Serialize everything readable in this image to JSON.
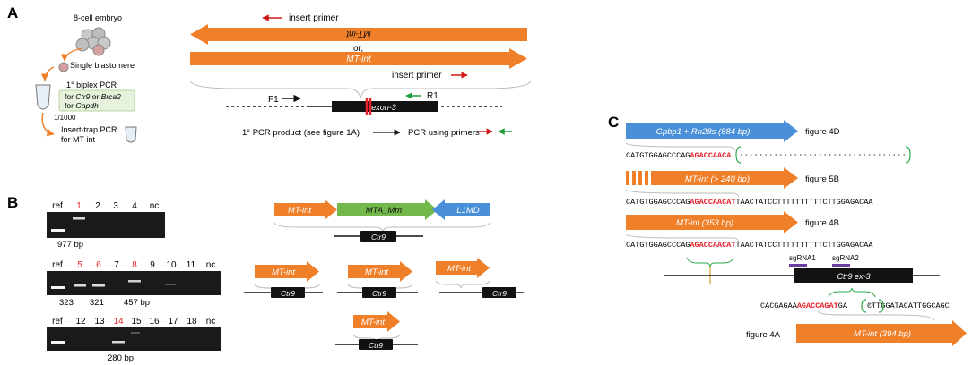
{
  "panel_labels": {
    "a": "A",
    "b": "B",
    "c": "C"
  },
  "panel_a": {
    "workflow": {
      "embryo": "8-cell embryo",
      "blastomere": "Single blastomere",
      "pcr1_title": "1° biplex PCR",
      "pcr1_line1_pre": "for ",
      "gene_ctr9": "Ctr9",
      "pcr1_or": " or ",
      "gene_brca2": "Brca2",
      "pcr1_line2_pre": "for ",
      "gene_gapdh": "Gapdh",
      "dilution": "1/1000",
      "trap_line1": "Insert-trap PCR",
      "trap_line2": "for MT-int"
    },
    "insert_primer_top": "insert primer",
    "arrow_reverse_label": "MT-int",
    "or_label": "or,",
    "arrow_forward_label": "MT-int",
    "insert_primer_bottom": "insert primer",
    "primer_f1": "F1",
    "primer_r1": "R1",
    "exon_label": "exon-3",
    "pcr_product": "1° PCR product (see figure 1A)",
    "pcr_using": "PCR using primers"
  },
  "panel_b": {
    "gel1": {
      "lanes": [
        "ref",
        "1",
        "2",
        "3",
        "4",
        "nc"
      ],
      "highlight": [
        "1"
      ],
      "size": "977 bp"
    },
    "gel2": {
      "lanes": [
        "ref",
        "5",
        "6",
        "7",
        "8",
        "9",
        "10",
        "11",
        "nc"
      ],
      "highlight": [
        "5",
        "6",
        "8"
      ],
      "sizes": [
        "323",
        "321",
        "457 bp"
      ]
    },
    "gel3": {
      "lanes": [
        "ref",
        "12",
        "13",
        "14",
        "15",
        "16",
        "17",
        "18",
        "nc"
      ],
      "highlight": [
        "14"
      ],
      "size": "280 bp"
    },
    "schematic": {
      "mt_int": "MT-int",
      "mta_mm": "MTA_Mm",
      "l1md": "L1MD",
      "ctr9": "Ctr9"
    }
  },
  "panel_c": {
    "row1": {
      "arrow": "Gpbp1 + Rn28s (884 bp)",
      "figure": "figure 4D",
      "seq_pre": "CATGTGGAGCCCAG",
      "seq_red": "AGACCAACA",
      "seq_post": "."
    },
    "row2": {
      "arrow": "MT-int (> 240 bp)",
      "figure": "figure 5B",
      "seq_pre": "CATGTGGAGCCCAG",
      "seq_red": "AGACCAACAT",
      "seq_post": "TAACTATCCTTTTTTTTTTCTTGGAGACAA"
    },
    "row3": {
      "arrow": "MT-int (353 bp)",
      "figure": "figure 4B",
      "seq_pre": "CATGTGGAGCCCAG",
      "seq_red": "AGACCAACAT",
      "seq_post": "TAACTATCCTTTTTTTTTTCTTGGAGACAA"
    },
    "sgrna1": "sgRNA1",
    "sgrna2": "sgRNA2",
    "exon_label": "Ctr9 ex-3",
    "row4": {
      "seq_pre": "CACGAGAA",
      "seq_red": "AGACCAGAT",
      "seq_mid": "GA",
      "seq_post": "CTTGGATACATTGGCAGC",
      "figure": "figure 4A",
      "arrow": "MT-int (394 bp)"
    }
  },
  "colors": {
    "orange": "#f07f2a",
    "green": "#72b84a",
    "blue": "#4a90d9",
    "red": "#e8202a",
    "gel_bg": "#1a1a1a",
    "bracket_green": "#2aa84a"
  }
}
